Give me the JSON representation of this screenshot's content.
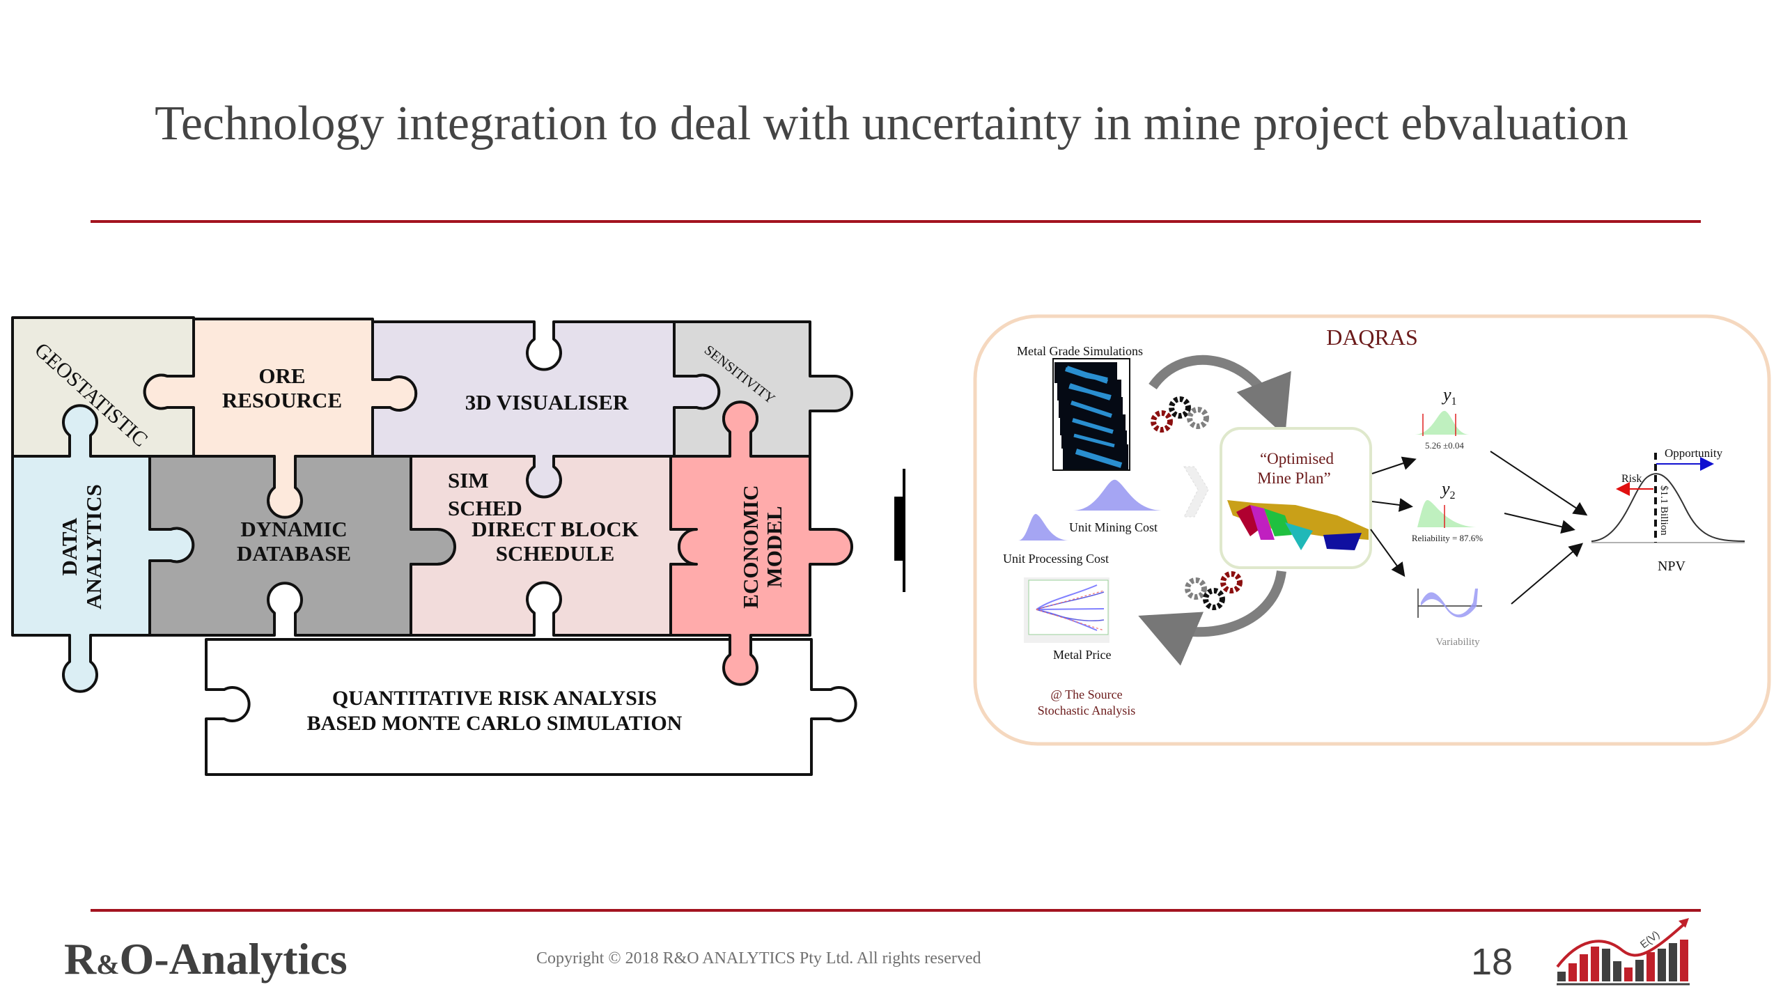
{
  "slide": {
    "title": "Technology integration to deal with uncertainty in mine project ebvaluation",
    "page_number": "18",
    "accent_color": "#a3131f"
  },
  "puzzle": {
    "pieces": [
      {
        "id": "geostatistic",
        "lines": [
          "GEOSTATISTIC"
        ],
        "color": "#ecebe0"
      },
      {
        "id": "ore-resource",
        "lines": [
          "ORE",
          "RESOURCE"
        ],
        "color": "#fde9dc"
      },
      {
        "id": "3d-visualiser",
        "lines": [
          "3D VISUALISER"
        ],
        "color": "#e5e0ec"
      },
      {
        "id": "sensitivity",
        "lines": [
          "SENSITIVITY"
        ],
        "color": "#d9d9d9"
      },
      {
        "id": "data-analytics",
        "lines": [
          "DATA",
          "ANALYTICS"
        ],
        "color": "#dbeef4"
      },
      {
        "id": "dynamic-database",
        "lines": [
          "DYNAMIC",
          "DATABASE"
        ],
        "color": "#a6a6a6"
      },
      {
        "id": "sim-sched",
        "lines": [
          "SIM",
          "SCHED"
        ],
        "color": "#f2dcdb"
      },
      {
        "id": "direct-block-schedule",
        "lines": [
          "DIRECT BLOCK",
          "SCHEDULE"
        ],
        "color": "#f2dcdb"
      },
      {
        "id": "economic-model",
        "lines": [
          "ECONOMIC",
          "MODEL"
        ],
        "color": "#ffabab"
      },
      {
        "id": "quantitative-risk",
        "lines": [
          "QUANTITATIVE RISK ANALYSIS",
          "BASED MONTE CARLO SIMULATION"
        ],
        "color": "#ffffff"
      }
    ]
  },
  "daqras": {
    "title": "DAQRAS",
    "metal_grade_label": "Metal Grade Simulations",
    "unit_mining_cost_label": "Unit Mining Cost",
    "unit_processing_cost_label": "Unit Processing Cost",
    "metal_price_label": "Metal Price",
    "source_line1": "@ The Source",
    "source_line2": "Stochastic Analysis",
    "optimised_line1": "“Optimised",
    "optimised_line2": "Mine Plan”",
    "y1_label": "y",
    "y1_sub": "1",
    "y1_value": "5.26 ±0.04",
    "y2_label": "y",
    "y2_sub": "2",
    "y2_value": "Reliability = 87.6%",
    "variability_label": "Variability",
    "risk_label": "Risk",
    "opportunity_label": "Opportunity",
    "npv_threshold_label": "$1.1 Billion",
    "npv_label": "NPV"
  },
  "footer": {
    "brand_r": "R",
    "brand_amp": "&",
    "brand_rest": "O-Analytics",
    "copyright": "Copyright © 2018 R&O ANALYTICS Pty Ltd. All rights reserved",
    "logo_text": "E(V)"
  }
}
